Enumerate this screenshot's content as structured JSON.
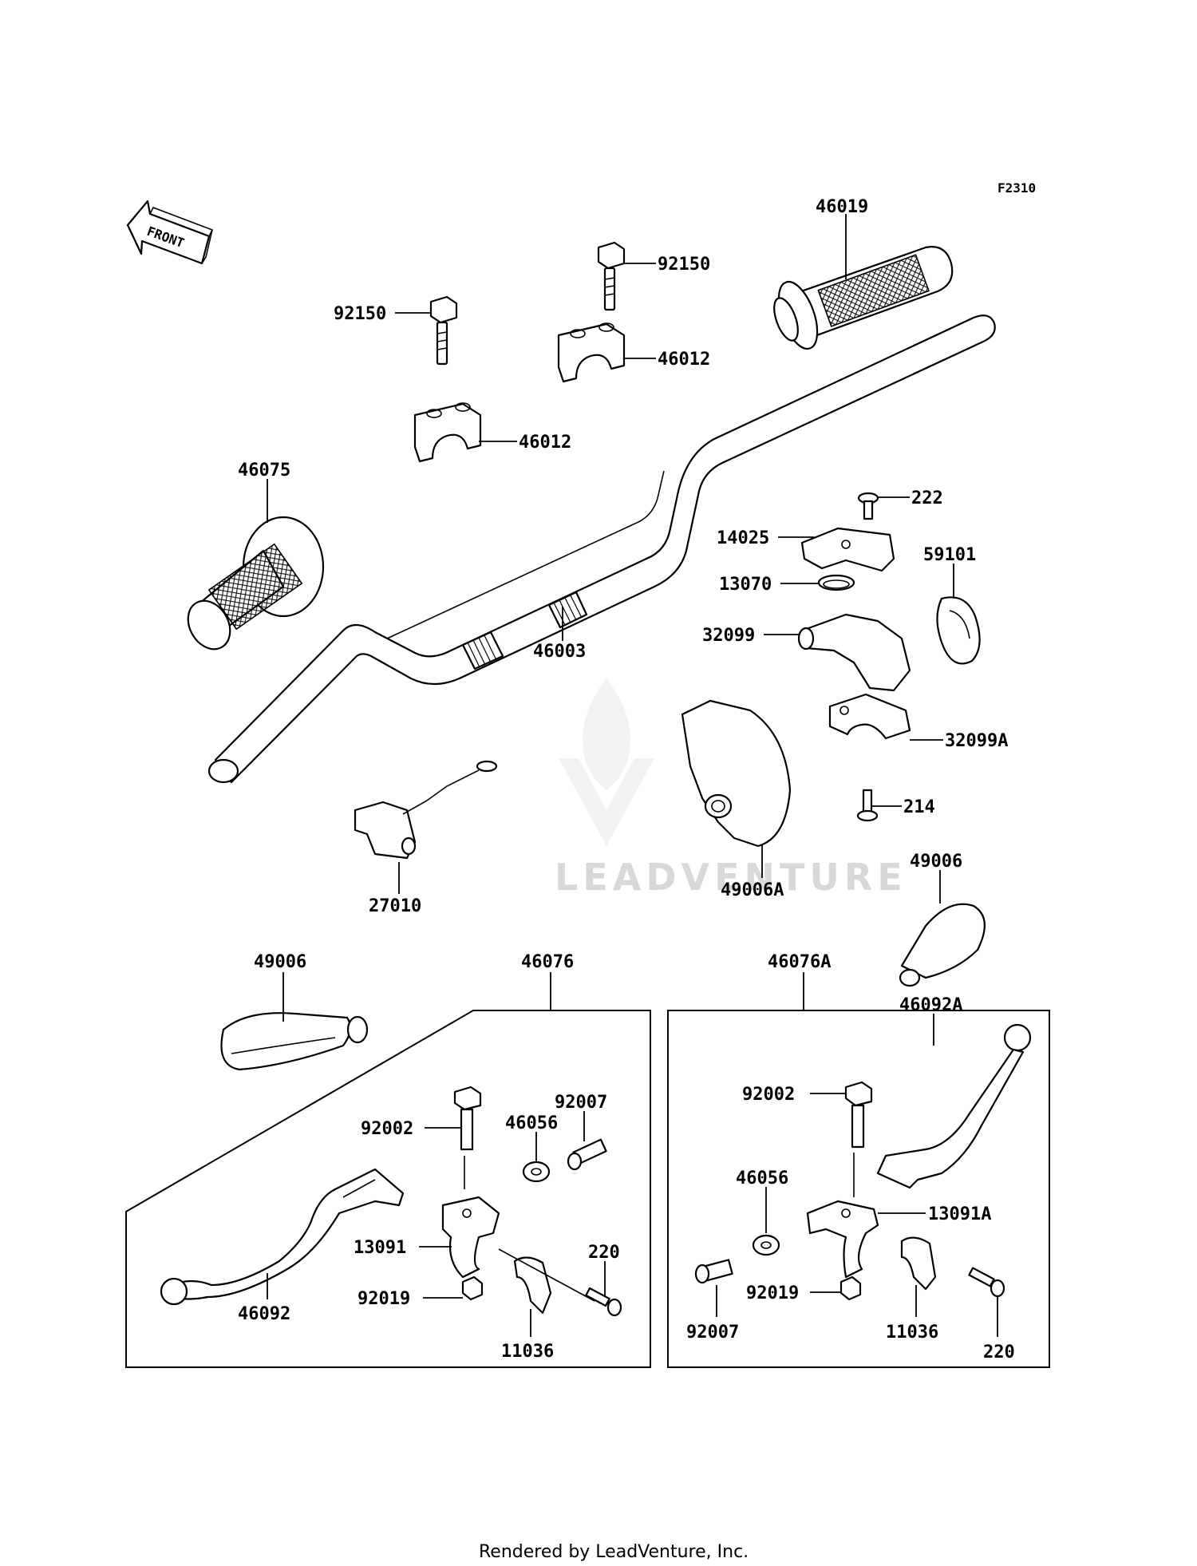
{
  "diagram_code": "F2310",
  "front_label": "FRONT",
  "footer": "Rendered by LeadVenture, Inc.",
  "watermark": "LEADVENTURE",
  "parts": {
    "p46019": "46019",
    "p92150_a": "92150",
    "p92150_b": "92150",
    "p46012_a": "46012",
    "p46012_b": "46012",
    "p46075": "46075",
    "p222": "222",
    "p14025": "14025",
    "p59101": "59101",
    "p13070": "13070",
    "p32099": "32099",
    "p46003": "46003",
    "p32099A": "32099A",
    "p214": "214",
    "p49006A": "49006A",
    "p27010": "27010",
    "p49006_r": "49006",
    "p49006_l": "49006",
    "p46076": "46076",
    "p46076A": "46076A",
    "p92007_l": "92007",
    "p46056_l": "46056",
    "p92002_l": "92002",
    "p13091": "13091",
    "p220_l": "220",
    "p92019_l": "92019",
    "p46092": "46092",
    "p11036_l": "11036",
    "p46092A": "46092A",
    "p92002_r": "92002",
    "p46056_r": "46056",
    "p13091A": "13091A",
    "p92019_r": "92019",
    "p92007_r": "92007",
    "p11036_r": "11036",
    "p220_r": "220"
  }
}
